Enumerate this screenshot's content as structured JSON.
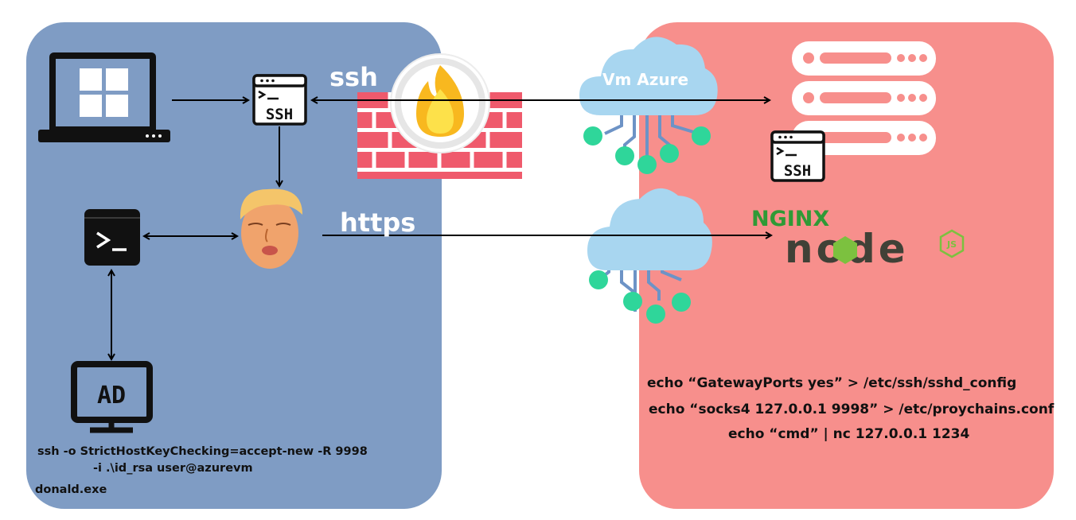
{
  "labels": {
    "ssh": "ssh",
    "https": "https",
    "vm_azure": "Vm Azure",
    "ssh_badge": "SSH",
    "ad_badge": "AD",
    "nginx": "NGINX",
    "node": "node",
    "js": "JS"
  },
  "left_commands": {
    "line1": "ssh -o StrictHostKeyChecking=accept-new -R 9998",
    "line2": "-i .\\id_rsa user@azurevm",
    "exe": "donald.exe"
  },
  "right_commands": {
    "line1": "echo “GatewayPorts yes” > /etc/ssh/sshd_config",
    "line2": "echo “socks4 127.0.0.1 9998” > /etc/proychains.conf",
    "line3": "echo “cmd” | nc 127.0.0.1 1234"
  },
  "colors": {
    "left_panel": "#7f9cc4",
    "right_panel": "#f78f8c",
    "firewall_brick": "#ef5a6c",
    "cloud": "#a8d6f0",
    "node_green": "#2fd69a",
    "nginx_green": "#2f9a36"
  }
}
